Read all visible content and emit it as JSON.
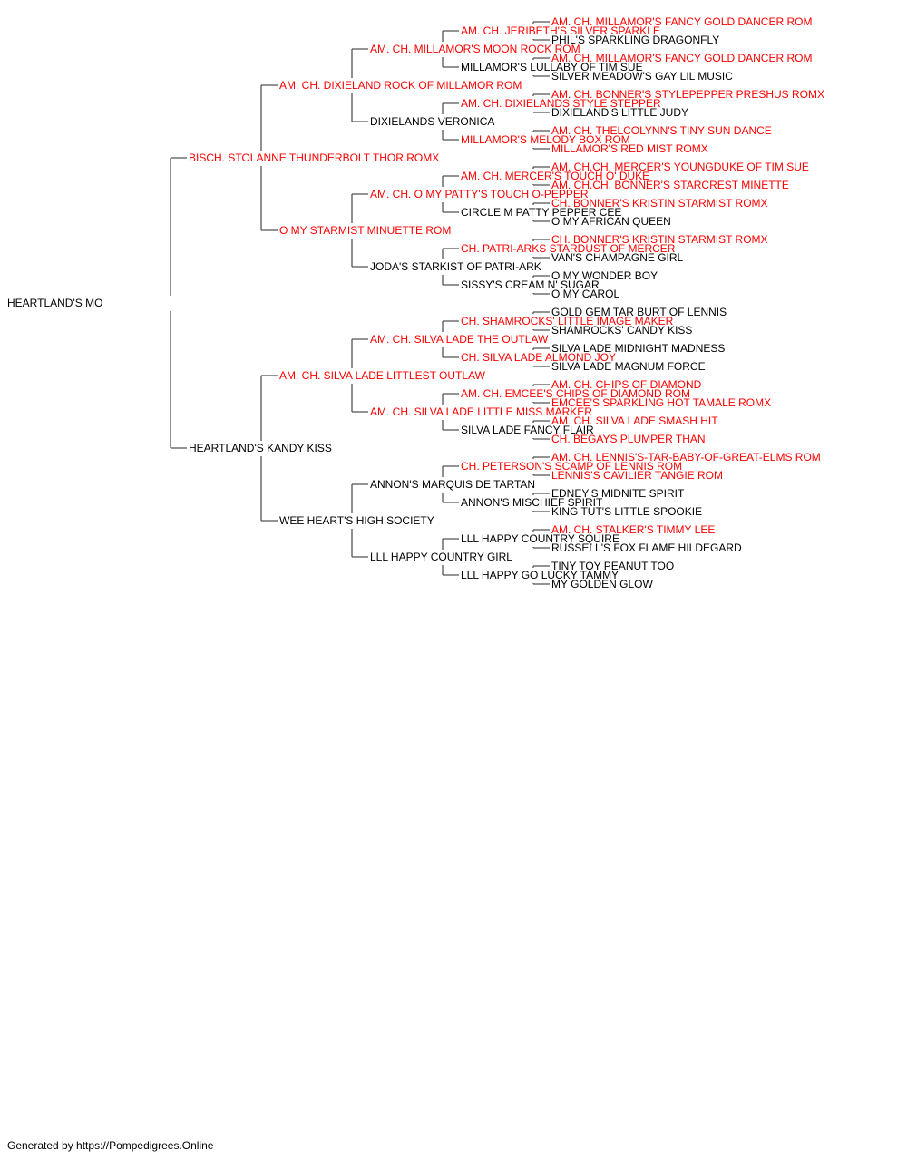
{
  "colors": {
    "titled": "#ff0000",
    "plain": "#000000",
    "line": "#555555"
  },
  "pedigree": {
    "subject": "HEARTLAND'S MO",
    "sire": {
      "name": "BISCH. STOLANNE THUNDERBOLT THOR ROMX",
      "titled": true,
      "sire": {
        "name": "AM. CH. DIXIELAND ROCK OF MILLAMOR ROM",
        "titled": true,
        "sire": {
          "name": "AM. CH. MILLAMOR'S MOON ROCK ROM",
          "titled": true,
          "sire": {
            "name": "AM. CH. JERIBETH'S SILVER SPARKLE",
            "titled": true,
            "sire": {
              "name": "AM. CH. MILLAMOR'S FANCY GOLD DANCER ROM",
              "titled": true
            },
            "dam": {
              "name": "PHIL'S SPARKLING DRAGONFLY",
              "titled": false
            }
          },
          "dam": {
            "name": "MILLAMOR'S LULLABY OF TIM SUE",
            "titled": false,
            "sire": {
              "name": "AM. CH. MILLAMOR'S FANCY GOLD DANCER ROM",
              "titled": true
            },
            "dam": {
              "name": "SILVER MEADOW'S GAY LIL MUSIC",
              "titled": false
            }
          }
        },
        "dam": {
          "name": "DIXIELANDS VERONICA",
          "titled": false,
          "sire": {
            "name": "AM. CH. DIXIELANDS STYLE STEPPER",
            "titled": true,
            "sire": {
              "name": "AM. CH. BONNER'S STYLEPEPPER PRESHUS ROMX",
              "titled": true
            },
            "dam": {
              "name": "DIXIELAND'S LITTLE JUDY",
              "titled": false
            }
          },
          "dam": {
            "name": "MILLAMOR'S MELODY BOX ROM",
            "titled": true,
            "sire": {
              "name": "AM. CH. THELCOLYNN'S TINY SUN DANCE",
              "titled": true
            },
            "dam": {
              "name": "MILLAMOR'S RED MIST ROMX",
              "titled": true
            }
          }
        }
      },
      "dam": {
        "name": "O MY STARMIST MINUETTE ROM",
        "titled": true,
        "sire": {
          "name": "AM. CH. O MY PATTY'S TOUCH O-PEPPER",
          "titled": true,
          "sire": {
            "name": "AM. CH. MERCER'S TOUCH O' DUKE",
            "titled": true,
            "sire": {
              "name": "AM. CH.CH. MERCER'S YOUNGDUKE OF TIM SUE",
              "titled": true
            },
            "dam": {
              "name": "AM. CH.CH. BONNER'S STARCREST MINETTE",
              "titled": true
            }
          },
          "dam": {
            "name": "CIRCLE M PATTY PEPPER CEE",
            "titled": false,
            "sire": {
              "name": "CH. BONNER'S KRISTIN STARMIST ROMX",
              "titled": true
            },
            "dam": {
              "name": "O MY AFRICAN QUEEN",
              "titled": false
            }
          }
        },
        "dam": {
          "name": "JODA'S STARKIST OF PATRI-ARK",
          "titled": false,
          "sire": {
            "name": "CH. PATRI-ARKS STARDUST OF MERCER",
            "titled": true,
            "sire": {
              "name": "CH. BONNER'S KRISTIN STARMIST ROMX",
              "titled": true
            },
            "dam": {
              "name": "VAN'S CHAMPAGNE GIRL",
              "titled": false
            }
          },
          "dam": {
            "name": "SISSY'S CREAM N' SUGAR",
            "titled": false,
            "sire": {
              "name": "O MY WONDER BOY",
              "titled": false
            },
            "dam": {
              "name": "O MY CAROL",
              "titled": false
            }
          }
        }
      }
    },
    "dam": {
      "name": "HEARTLAND'S KANDY KISS",
      "titled": false,
      "sire": {
        "name": "AM. CH. SILVA LADE LITTLEST OUTLAW",
        "titled": true,
        "sire": {
          "name": "AM. CH. SILVA LADE THE OUTLAW",
          "titled": true,
          "sire": {
            "name": "CH. SHAMROCKS' LITTLE IMAGE MAKER",
            "titled": true,
            "sire": {
              "name": "GOLD GEM TAR BURT OF LENNIS",
              "titled": false
            },
            "dam": {
              "name": "SHAMROCKS' CANDY KISS",
              "titled": false
            }
          },
          "dam": {
            "name": "CH. SILVA LADE ALMOND JOY",
            "titled": true,
            "sire": {
              "name": "SILVA LADE MIDNIGHT MADNESS",
              "titled": false
            },
            "dam": {
              "name": "SILVA LADE MAGNUM FORCE",
              "titled": false
            }
          }
        },
        "dam": {
          "name": "AM. CH. SILVA LADE LITTLE MISS MARKER",
          "titled": true,
          "sire": {
            "name": "AM. CH. EMCEE'S CHIPS OF DIAMOND ROM",
            "titled": true,
            "sire": {
              "name": "AM. CH. CHIPS OF DIAMOND",
              "titled": true
            },
            "dam": {
              "name": "EMCEE'S SPARKLING HOT TAMALE ROMX",
              "titled": true
            }
          },
          "dam": {
            "name": "SILVA LADE FANCY FLAIR",
            "titled": false,
            "sire": {
              "name": "AM. CH. SILVA LADE SMASH HIT",
              "titled": true
            },
            "dam": {
              "name": "CH. BEGAYS PLUMPER THAN",
              "titled": true
            }
          }
        }
      },
      "dam": {
        "name": "WEE HEART'S HIGH SOCIETY",
        "titled": false,
        "sire": {
          "name": "ANNON'S MARQUIS DE TARTAN",
          "titled": false,
          "sire": {
            "name": "CH. PETERSON'S SCAMP OF LENNIS ROM",
            "titled": true,
            "sire": {
              "name": "AM. CH. LENNIS'S-TAR-BABY-OF-GREAT-ELMS ROM",
              "titled": true
            },
            "dam": {
              "name": "LENNIS'S CAVILIER TANGIE ROM",
              "titled": true
            }
          },
          "dam": {
            "name": "ANNON'S MISCHIEF SPIRIT",
            "titled": false,
            "sire": {
              "name": "EDNEY'S MIDNITE SPIRIT",
              "titled": false
            },
            "dam": {
              "name": "KING TUT'S LITTLE SPOOKIE",
              "titled": false
            }
          }
        },
        "dam": {
          "name": "LLL HAPPY COUNTRY GIRL",
          "titled": false,
          "sire": {
            "name": "LLL HAPPY COUNTRY SQUIRE",
            "titled": false,
            "sire": {
              "name": "AM. CH. STALKER'S TIMMY LEE",
              "titled": true
            },
            "dam": {
              "name": "RUSSELL'S FOX FLAME HILDEGARD",
              "titled": false
            }
          },
          "dam": {
            "name": "LLL HAPPY GO LUCKY TAMMY",
            "titled": false,
            "sire": {
              "name": "TINY TOY PEANUT TOO",
              "titled": false
            },
            "dam": {
              "name": "MY GOLDEN GLOW",
              "titled": false
            }
          }
        }
      }
    }
  },
  "footer": "Generated by https://Pompedigrees.Online"
}
